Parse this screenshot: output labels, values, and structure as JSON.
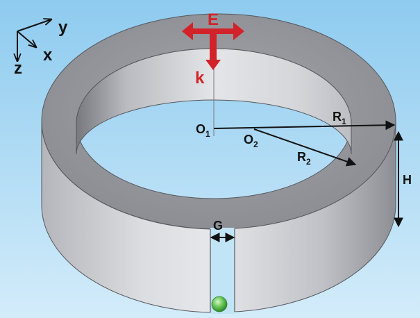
{
  "axes": {
    "y": "y",
    "x": "x",
    "z": "z"
  },
  "field": {
    "e": "E",
    "k": "k"
  },
  "points": {
    "o1": {
      "letter": "O",
      "sub": "1"
    },
    "o2": {
      "letter": "O",
      "sub": "2"
    }
  },
  "radii": {
    "r1": {
      "letter": "R",
      "sub": "1"
    },
    "r2": {
      "letter": "R",
      "sub": "2"
    }
  },
  "dims": {
    "height": "H",
    "gap": "G"
  },
  "colors": {
    "background_top": "#8ecbef",
    "background_bottom": "#d3ecfa",
    "ring": "#c9c9cc",
    "field_arrows": "#d3232a",
    "particle": "#5dbf4a"
  },
  "icons": {
    "axis_triad": "axis-triad-icon",
    "particle": "sphere-particle-icon"
  }
}
